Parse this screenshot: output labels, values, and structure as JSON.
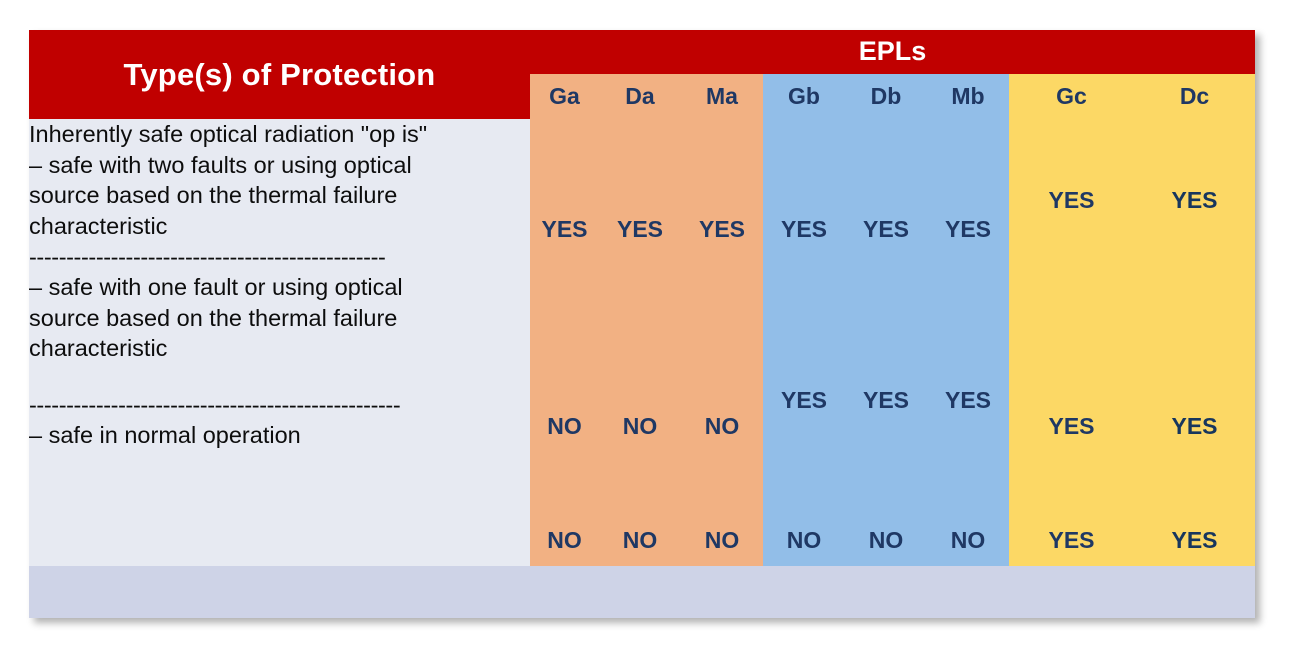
{
  "table": {
    "row_header_label": "Type(s) of Protection",
    "group_header_label": "EPLs",
    "columns": [
      {
        "key": "Ga",
        "label": "Ga",
        "group": "a"
      },
      {
        "key": "Da",
        "label": "Da",
        "group": "a"
      },
      {
        "key": "Ma",
        "label": "Ma",
        "group": "a"
      },
      {
        "key": "Gb",
        "label": "Gb",
        "group": "b"
      },
      {
        "key": "Db",
        "label": "Db",
        "group": "b"
      },
      {
        "key": "Mb",
        "label": "Mb",
        "group": "b"
      },
      {
        "key": "Gc",
        "label": "Gc",
        "group": "c"
      },
      {
        "key": "Dc",
        "label": "Dc",
        "group": "c"
      }
    ],
    "description": {
      "title": "Inherently safe optical radiation \"op is\"",
      "line_1": " – safe with two faults or using optical",
      "line_2": "source based on the thermal failure",
      "line_3": "characteristic",
      "divider_1": "------------------------------------------------",
      "line_4": " – safe with one fault or using optical",
      "line_5": "source based on the thermal failure",
      "line_6": "characteristic",
      "divider_2": "--------------------------------------------------",
      "line_7": "– safe in normal operation"
    },
    "rows": [
      {
        "name": "two-faults",
        "values": [
          "YES",
          "YES",
          "YES",
          "YES",
          "YES",
          "YES",
          "YES",
          "YES"
        ]
      },
      {
        "name": "one-fault",
        "values": [
          "NO",
          "NO",
          "NO",
          "YES",
          "YES",
          "YES",
          "YES",
          "YES"
        ]
      },
      {
        "name": "normal-operation",
        "values": [
          "NO",
          "NO",
          "NO",
          "NO",
          "NO",
          "NO",
          "YES",
          "YES"
        ]
      }
    ]
  },
  "colors": {
    "header_red": "#C00000",
    "group_a": "#F2B183",
    "group_b": "#92BEE8",
    "group_c": "#FCD865",
    "description_bg": "#E7EAF2",
    "footer_strip": "#CED3E7",
    "text_navy": "#1F3864",
    "text_white": "#FFFFFF"
  }
}
